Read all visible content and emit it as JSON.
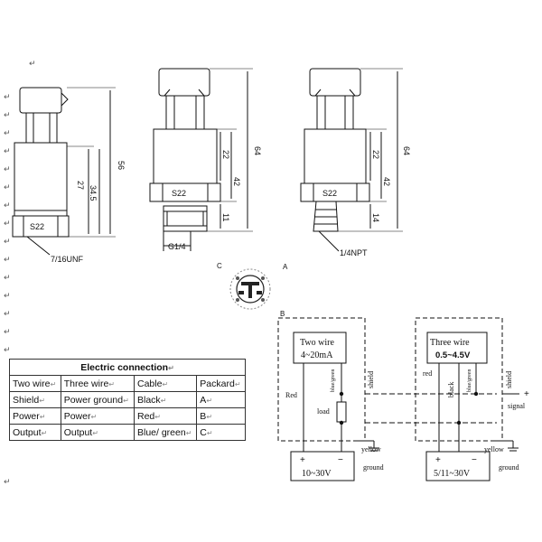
{
  "para_mark": "↵",
  "drawings": {
    "sensor1": {
      "hex_label": "S22",
      "thread_label": "7/16UNF",
      "dims": [
        "56",
        "27",
        "34.5"
      ]
    },
    "sensor2": {
      "hex_label": "S22",
      "thread_label": "G1/4",
      "dims": [
        "64",
        "22",
        "42",
        "11"
      ]
    },
    "sensor3": {
      "hex_label": "S22",
      "thread_label": "1/4NPT",
      "dims": [
        "64",
        "22",
        "42",
        "14"
      ]
    }
  },
  "connector": {
    "label_c": "C",
    "label_a": "A",
    "label_b": "B"
  },
  "table": {
    "title": "Electric connection",
    "rows": [
      [
        "Two wire",
        "Three wire",
        "Cable",
        "Packard"
      ],
      [
        "Shield",
        "Power ground",
        "Black",
        "A"
      ],
      [
        "Power",
        "Power",
        "Red",
        "B"
      ],
      [
        "Output",
        "Output",
        "Blue/ green",
        "C"
      ]
    ]
  },
  "wiring": {
    "two_wire": {
      "title": "Two wire",
      "range": "4~20mA",
      "red": "Red",
      "blue_green": "blue/green",
      "shield": "shield",
      "load": "load",
      "yellow": "yellow",
      "ground": "ground",
      "supply": "10~30V",
      "plus": "+",
      "minus": "−"
    },
    "three_wire": {
      "title": "Three wire",
      "range": "0.5~4.5V",
      "red": "red",
      "black": "black",
      "blue_green": "blue/green",
      "shield": "shield",
      "signal": "signal",
      "signal_plus": "+",
      "yellow": "yellow",
      "ground": "ground",
      "supply": "5/11~30V",
      "plus": "+",
      "minus": "−"
    }
  }
}
